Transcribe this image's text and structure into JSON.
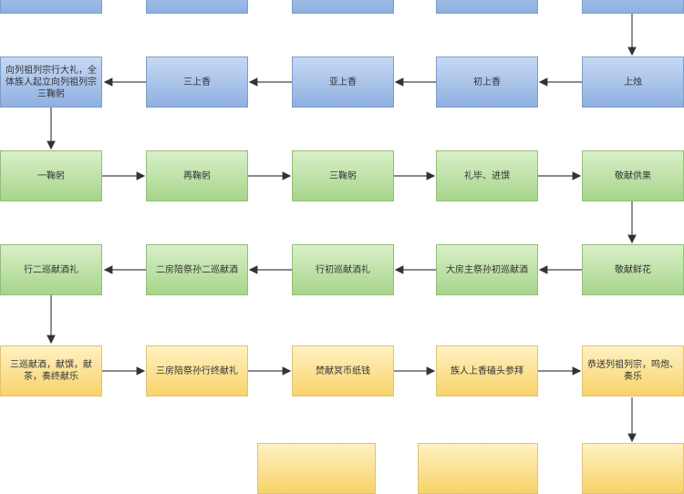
{
  "colors": {
    "blue": "#a9c4ea",
    "green": "#bde3a6",
    "yellow": "#fbe08f",
    "arrow": "#333333"
  },
  "row0": [
    "",
    "",
    "",
    "",
    ""
  ],
  "row1": [
    "向列祖列宗行大礼，全体族人起立向列祖列宗三鞠躬",
    "三上香",
    "亚上香",
    "初上香",
    "上烛"
  ],
  "row2": [
    "一鞠躬",
    "再鞠躬",
    "三鞠躬",
    "礼毕、进馔",
    "敬献供果"
  ],
  "row3": [
    "行二巡献酒礼",
    "二房陪祭孙二巡献酒",
    "行初巡献酒礼",
    "大房主祭孙初巡献酒",
    "敬献鲜花"
  ],
  "row4": [
    "三巡献酒，献馔，献茶，奏终献乐",
    "三房陪祭孙行终献礼",
    "焚献冥币纸钱",
    "族人上香磕头参拜",
    "恭送列祖列宗，鸣炮、奏乐"
  ],
  "row5": [
    "",
    "",
    ""
  ]
}
